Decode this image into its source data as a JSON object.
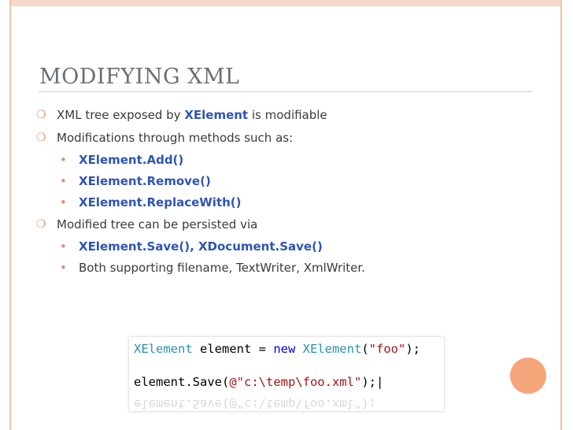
{
  "slide": {
    "title": "MODIFYING XML",
    "bullets": [
      {
        "pre": "XML tree exposed by ",
        "term": "XElement",
        "post": " is modifiable"
      },
      {
        "text": "Modifications through methods such as:"
      },
      {
        "text": "Modified tree can be persisted via"
      }
    ],
    "sub_methods": [
      "XElement.Add()",
      "XElement.Remove()",
      "XElement.ReplaceWith()"
    ],
    "sub_persist": [
      "XElement.Save(), XDocument.Save()",
      "Both supporting filename, TextWriter, XmlWriter."
    ],
    "code": {
      "l1_type1": "XElement",
      "l1_mid": " element = ",
      "l1_kw": "new",
      "l1_type2": " XElement",
      "l1_open": "(",
      "l1_str": "\"foo\"",
      "l1_close": ");",
      "l2_pre": "element.Save(",
      "l2_str": "@\"c:\\temp\\foo.xml\"",
      "l2_close": ");",
      "reflection": "element.Save(@\"c:\\temp\\foo.xml\");"
    }
  },
  "colors": {
    "accent": "#e38b60",
    "term": "#2f55b3",
    "frame": "#f2c2a6",
    "circle": "#f5a57a"
  }
}
